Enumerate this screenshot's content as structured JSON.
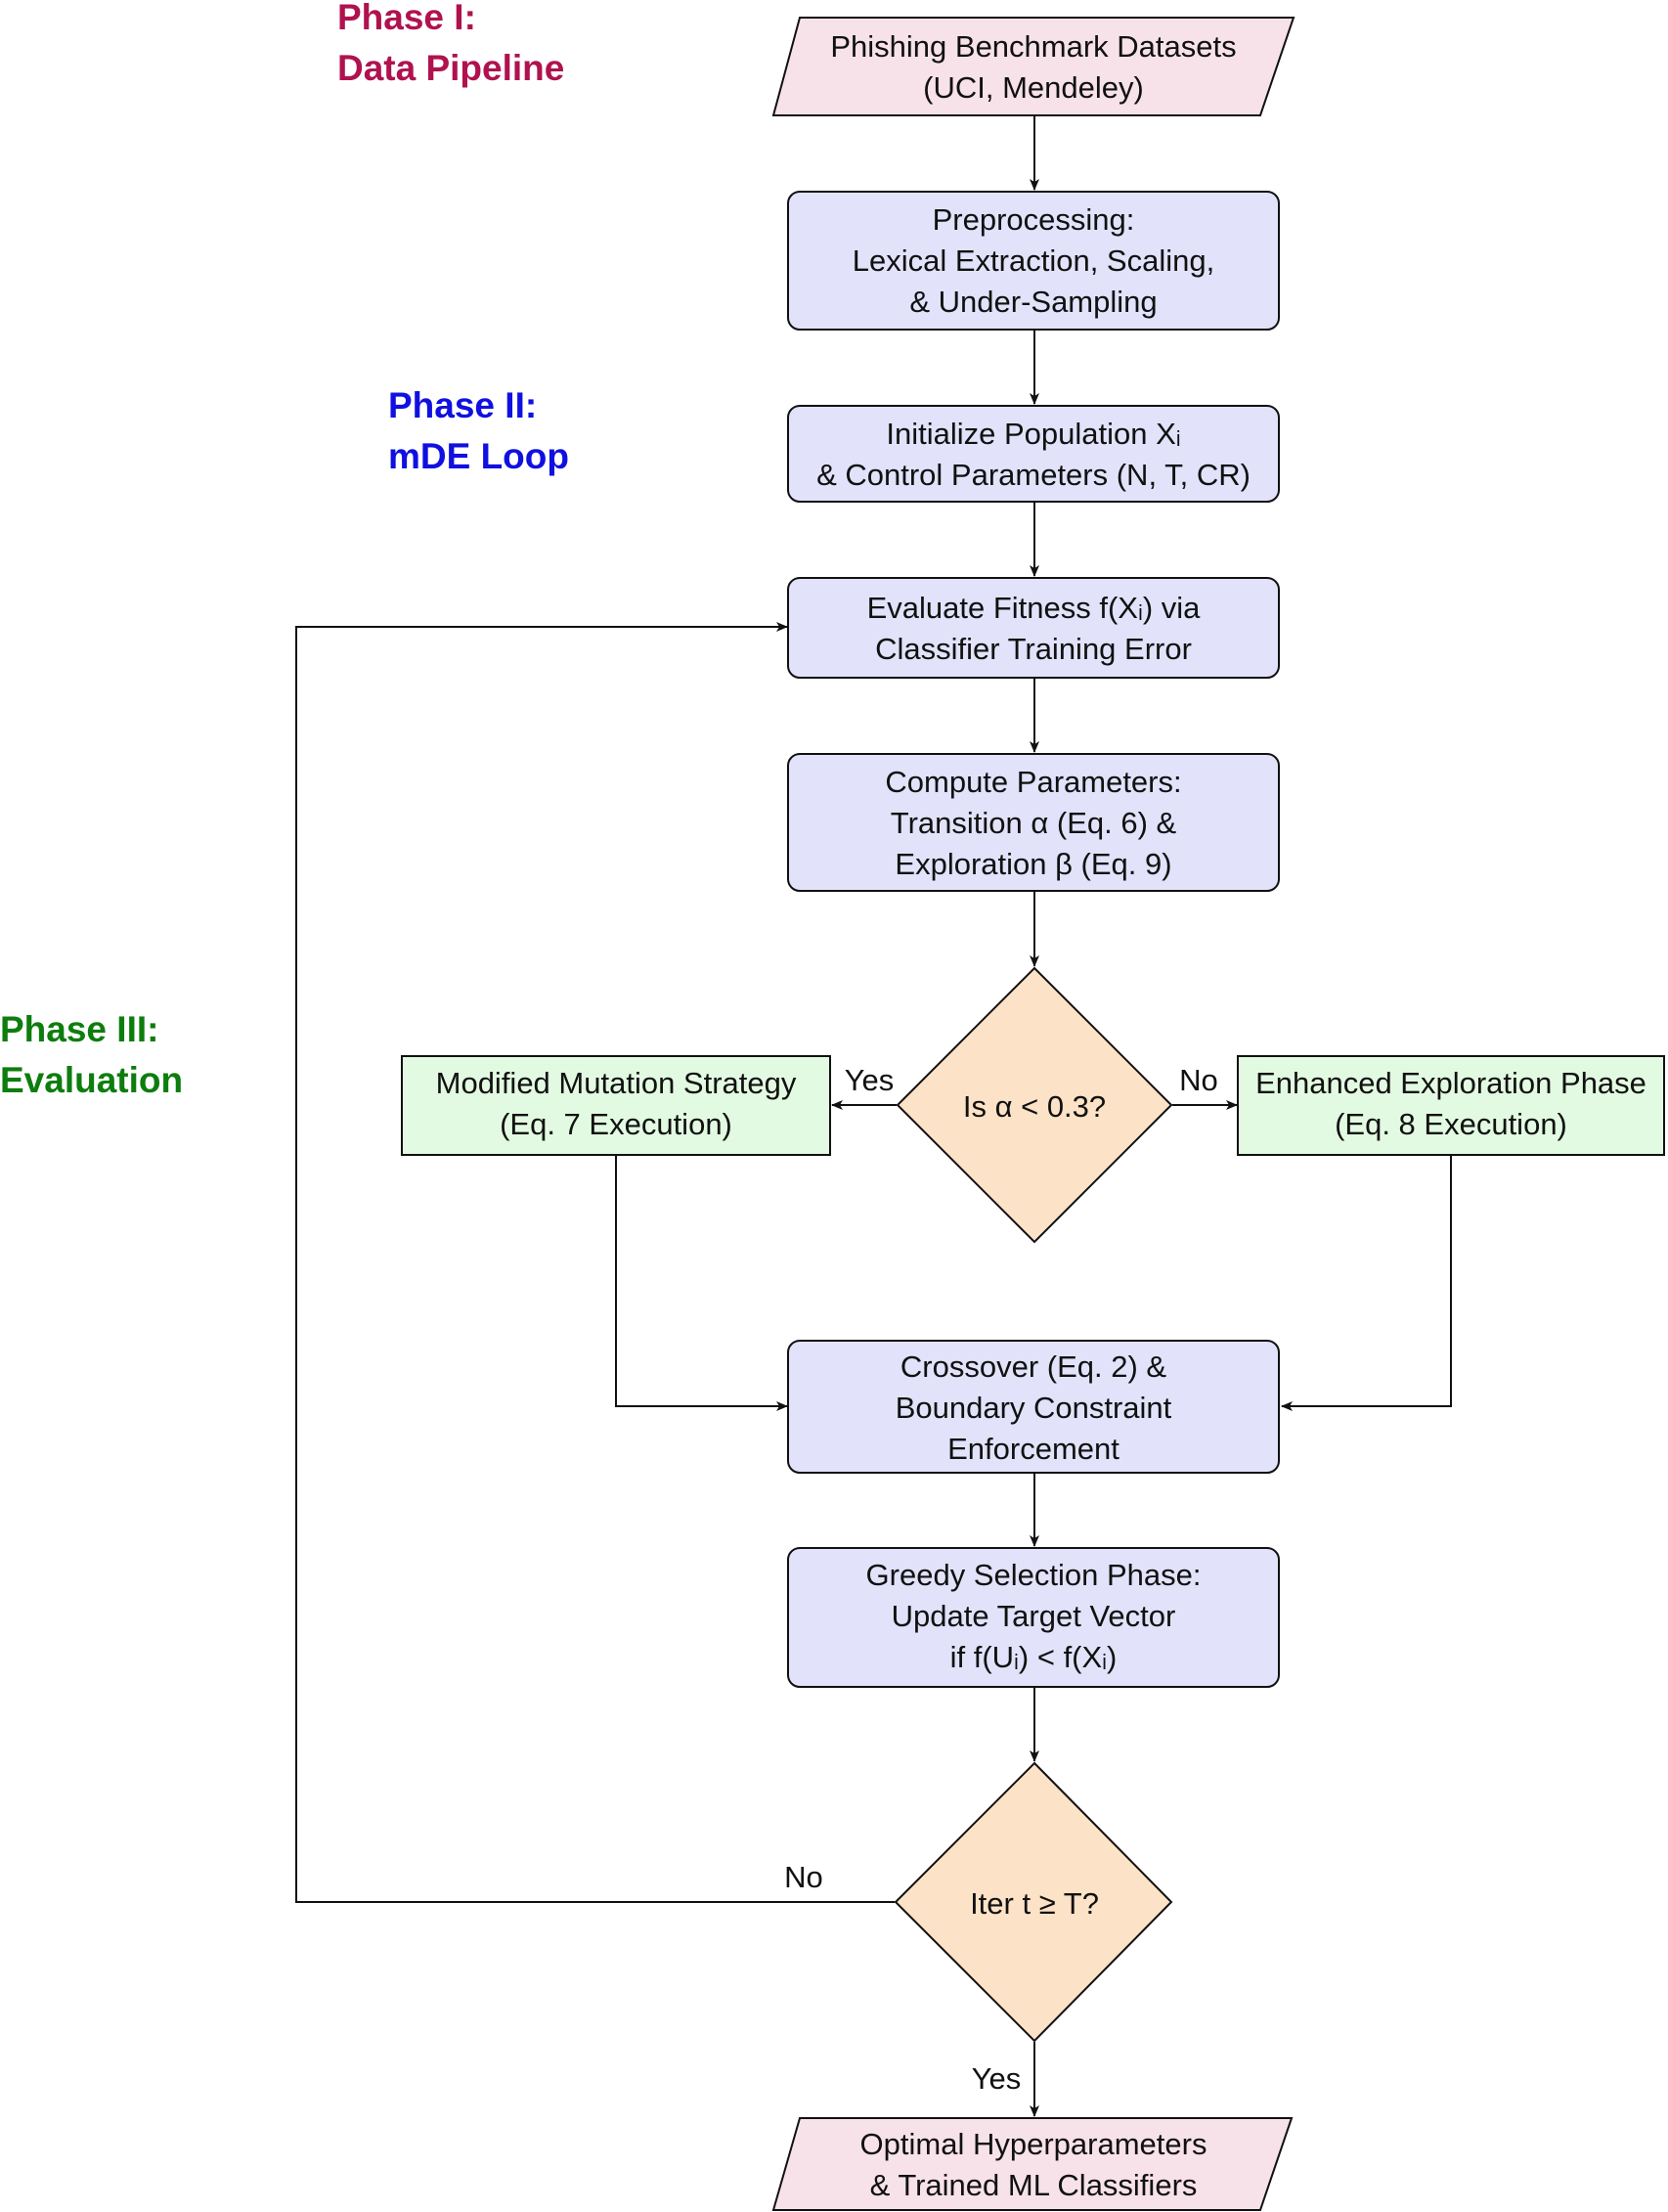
{
  "phases": {
    "phase1": {
      "title": "Phase I:",
      "subtitle": "Data Pipeline",
      "color": "#b0124f"
    },
    "phase2": {
      "title": "Phase II:",
      "subtitle": "mDE Loop",
      "color": "#1010e0"
    },
    "phase3": {
      "title": "Phase III:",
      "subtitle": "Evaluation",
      "color": "#0d7d0d"
    }
  },
  "colors": {
    "io_fill": "#f8e2ea",
    "process_fill": "#e2e2fb",
    "decision_fill": "#fce2c6",
    "strategy_fill": "#e2fae2",
    "line": "#111111"
  },
  "nodes": {
    "datasets": {
      "lines": [
        "Phishing Benchmark Datasets",
        "(UCI, Mendeley)"
      ]
    },
    "preprocessing": {
      "lines": [
        "Preprocessing:",
        "Lexical Extraction, Scaling,",
        "& Under-Sampling"
      ]
    },
    "initialize": {
      "lines": [
        "Initialize Population Xᵢ",
        "& Control Parameters (N, T, CR)"
      ]
    },
    "evaluate": {
      "lines": [
        "Evaluate Fitness f(Xᵢ) via",
        "Classifier Training Error"
      ]
    },
    "compute": {
      "lines": [
        "Compute Parameters:",
        "Transition α (Eq. 6) &",
        "Exploration β (Eq. 9)"
      ]
    },
    "decision_alpha": {
      "lines": [
        "Is α < 0.3?"
      ]
    },
    "mutation": {
      "lines": [
        "Modified Mutation Strategy",
        "(Eq. 7 Execution)"
      ]
    },
    "exploration": {
      "lines": [
        "Enhanced Exploration Phase",
        "(Eq. 8 Execution)"
      ]
    },
    "crossover": {
      "lines": [
        "Crossover (Eq. 2) &",
        "Boundary Constraint",
        "Enforcement"
      ]
    },
    "selection": {
      "lines": [
        "Greedy Selection Phase:",
        "Update Target Vector",
        "if f(Uᵢ) < f(Xᵢ)"
      ]
    },
    "decision_iter": {
      "lines": [
        "Iter t ≥ T?"
      ]
    },
    "output": {
      "lines": [
        "Optimal Hyperparameters",
        "& Trained ML Classifiers"
      ]
    }
  },
  "edge_labels": {
    "alpha_yes": "Yes",
    "alpha_no": "No",
    "iter_no": "No",
    "iter_yes": "Yes"
  }
}
